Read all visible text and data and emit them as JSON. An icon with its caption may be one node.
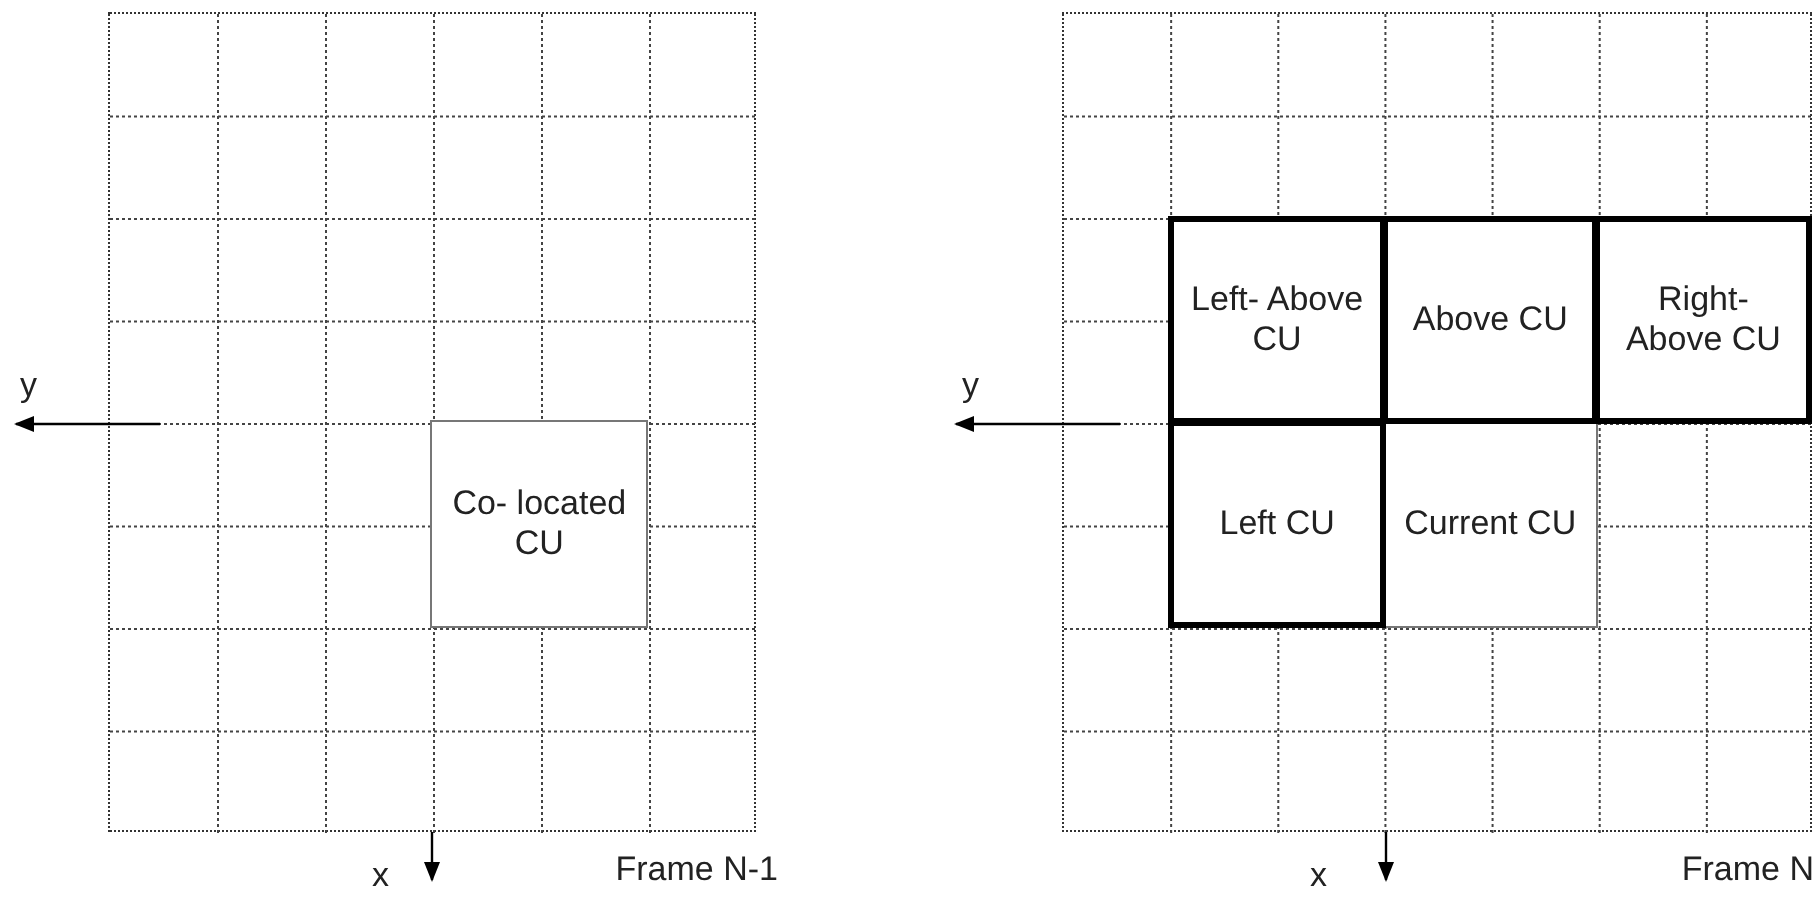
{
  "diagram": {
    "nodes": [
      {
        "text": [
          "Frame N-1"
        ]
      },
      {
        "text": [
          "Co- located CU"
        ],
        "in": 0
      },
      {
        "text": [
          "Frame N"
        ]
      },
      {
        "text": [
          "Left- Above CU"
        ],
        "in": 2
      },
      {
        "text": [
          "Above CU"
        ],
        "in": 2
      },
      {
        "text": [
          "Right- Above CU"
        ],
        "in": 2
      },
      {
        "text": [
          "Left CU"
        ],
        "in": 2
      },
      {
        "text": [
          "Current CU"
        ],
        "in": 2
      }
    ],
    "labels": [
      "y",
      "x",
      "y",
      "x"
    ]
  }
}
